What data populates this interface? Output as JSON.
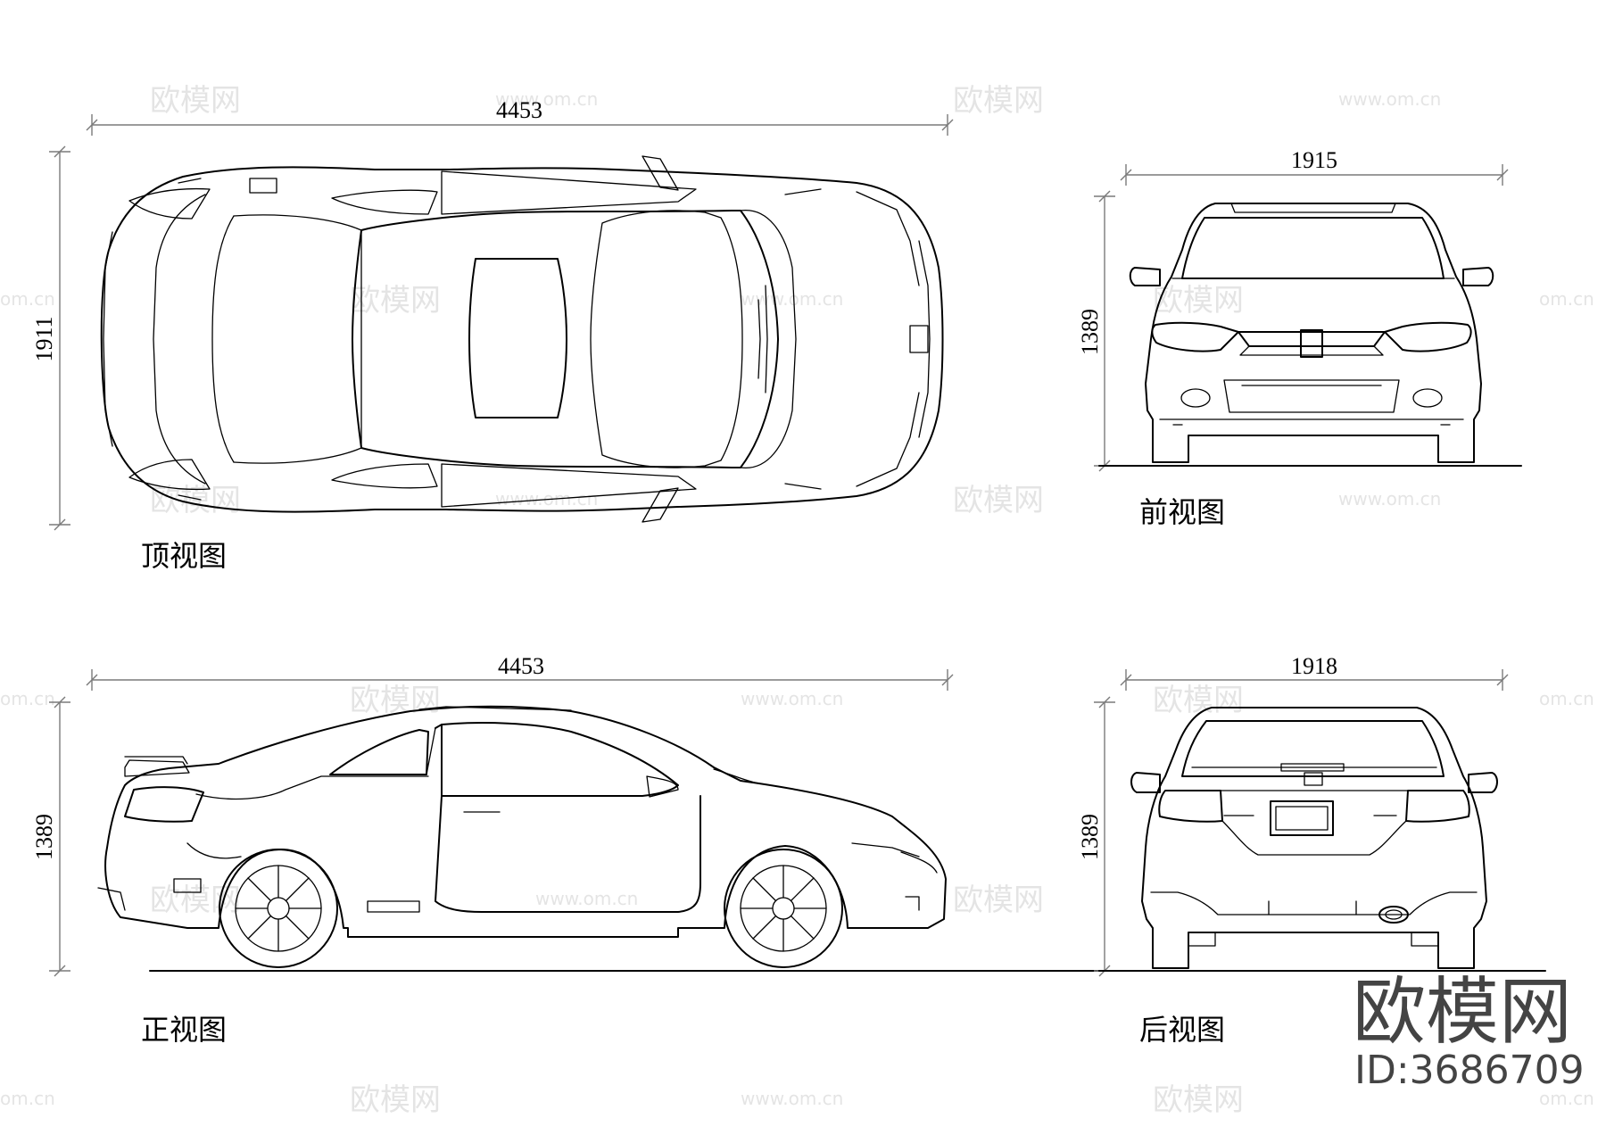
{
  "views": {
    "top": {
      "label": "顶视图",
      "length": "4453",
      "width": "1911"
    },
    "front": {
      "label": "前视图",
      "width": "1915",
      "height": "1389"
    },
    "side": {
      "label": "正视图",
      "length": "4453",
      "height": "1389"
    },
    "rear": {
      "label": "后视图",
      "width": "1918",
      "height": "1389"
    }
  },
  "watermark": {
    "brand": "欧模网",
    "url": "www.om.cn",
    "url_short": "om.cn"
  },
  "logo": {
    "brand": "欧模网",
    "id": "ID:3686709"
  }
}
